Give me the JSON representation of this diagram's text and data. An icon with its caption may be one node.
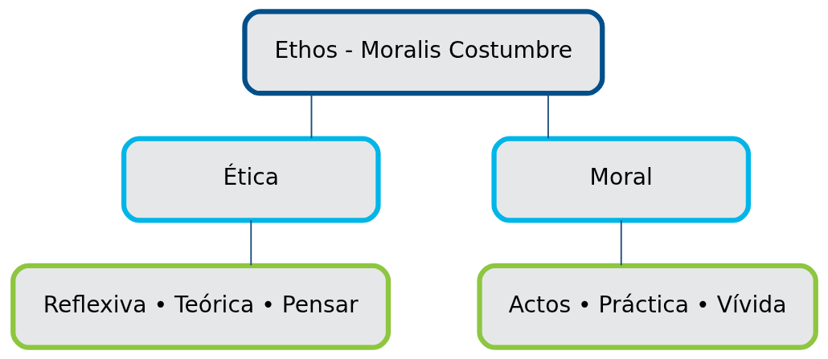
{
  "diagram": {
    "nodes": [
      {
        "text": [
          "Ethos - Moralis Costumbre"
        ]
      },
      {
        "text": [
          "Ética"
        ]
      },
      {
        "text": [
          "Moral"
        ]
      },
      {
        "text": [
          "Reflexiva • Teórica • Pensar"
        ]
      },
      {
        "text": [
          "Actos • Práctica • Vívida"
        ]
      }
    ],
    "edges": [
      {
        "from": 0,
        "to": 1,
        "arrow": "none"
      },
      {
        "from": 0,
        "to": 2,
        "arrow": "none"
      },
      {
        "from": 1,
        "to": 3,
        "arrow": "none"
      },
      {
        "from": 2,
        "to": 4,
        "arrow": "none"
      }
    ]
  }
}
